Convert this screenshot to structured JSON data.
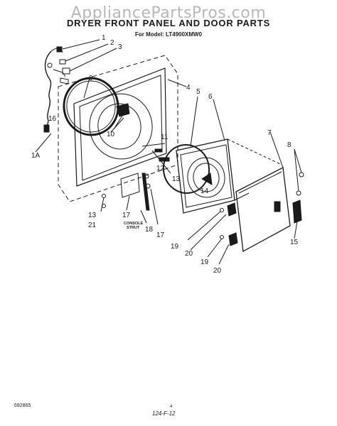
{
  "header": {
    "watermark": "AppliancePartsPros.com",
    "title": "DRYER FRONT PANEL AND DOOR PARTS",
    "subtitle": "For Model: LT4900XMW0"
  },
  "callouts": {
    "c1": "1",
    "c2": "2",
    "c3": "3",
    "c4": "4",
    "c5": "5",
    "c6": "6",
    "c7": "7",
    "c8": "8",
    "c9": "9",
    "c10": "10",
    "c11": "11",
    "c12": "12",
    "c13a": "13",
    "c13b": "13",
    "c14": "14",
    "c15": "15",
    "c16": "16",
    "c17a": "17",
    "c17b": "17",
    "c18": "18",
    "c19a": "19",
    "c19b": "19",
    "c20a": "20",
    "c20b": "20",
    "c21": "21",
    "c1a": "1A"
  },
  "labels": {
    "console_1": "CONSOLE",
    "console_2": "STRUT"
  },
  "footer": {
    "code": "692865",
    "page": "4",
    "ref": "124-F-12"
  }
}
